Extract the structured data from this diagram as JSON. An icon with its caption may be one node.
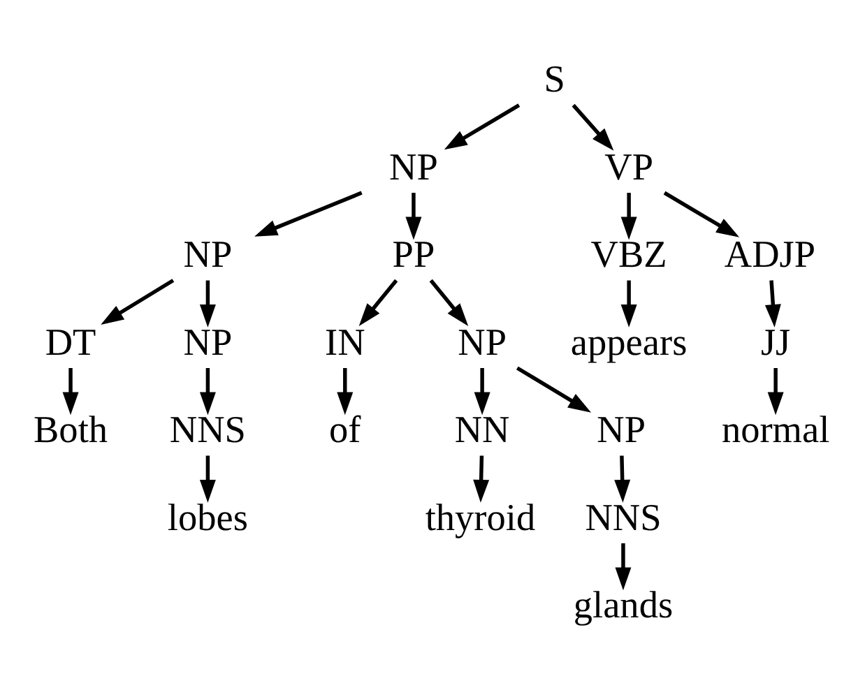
{
  "diagram": {
    "nodes": [
      {
        "text": [
          "S"
        ]
      },
      {
        "text": [
          "NP"
        ]
      },
      {
        "text": [
          "VP"
        ]
      },
      {
        "text": [
          "NP"
        ]
      },
      {
        "text": [
          "PP"
        ]
      },
      {
        "text": [
          "VBZ"
        ]
      },
      {
        "text": [
          "ADJP"
        ]
      },
      {
        "text": [
          "DT"
        ]
      },
      {
        "text": [
          "NP"
        ]
      },
      {
        "text": [
          "IN"
        ]
      },
      {
        "text": [
          "NP"
        ]
      },
      {
        "text": [
          "appears"
        ]
      },
      {
        "text": [
          "JJ"
        ]
      },
      {
        "text": [
          "Both"
        ]
      },
      {
        "text": [
          "NNS"
        ]
      },
      {
        "text": [
          "of"
        ]
      },
      {
        "text": [
          "NN"
        ]
      },
      {
        "text": [
          "NP"
        ]
      },
      {
        "text": [
          "normal"
        ]
      },
      {
        "text": [
          "lobes"
        ]
      },
      {
        "text": [
          "thyroid"
        ]
      },
      {
        "text": [
          "NNS"
        ]
      },
      {
        "text": [
          "glands"
        ]
      }
    ],
    "edges": [
      {
        "from": 0,
        "to": 1,
        "arrow": "to"
      },
      {
        "from": 0,
        "to": 2,
        "arrow": "to"
      },
      {
        "from": 1,
        "to": 3,
        "arrow": "to"
      },
      {
        "from": 1,
        "to": 4,
        "arrow": "to"
      },
      {
        "from": 2,
        "to": 5,
        "arrow": "to"
      },
      {
        "from": 2,
        "to": 6,
        "arrow": "to"
      },
      {
        "from": 3,
        "to": 7,
        "arrow": "to"
      },
      {
        "from": 3,
        "to": 8,
        "arrow": "to"
      },
      {
        "from": 4,
        "to": 9,
        "arrow": "to"
      },
      {
        "from": 4,
        "to": 10,
        "arrow": "to"
      },
      {
        "from": 5,
        "to": 11,
        "arrow": "to"
      },
      {
        "from": 6,
        "to": 12,
        "arrow": "to"
      },
      {
        "from": 7,
        "to": 13,
        "arrow": "to"
      },
      {
        "from": 8,
        "to": 14,
        "arrow": "to"
      },
      {
        "from": 9,
        "to": 15,
        "arrow": "to"
      },
      {
        "from": 10,
        "to": 16,
        "arrow": "to"
      },
      {
        "from": 10,
        "to": 17,
        "arrow": "to"
      },
      {
        "from": 12,
        "to": 18,
        "arrow": "to"
      },
      {
        "from": 14,
        "to": 19,
        "arrow": "to"
      },
      {
        "from": 16,
        "to": 20,
        "arrow": "to"
      },
      {
        "from": 17,
        "to": 21,
        "arrow": "to"
      },
      {
        "from": 21,
        "to": 22,
        "arrow": "to"
      }
    ]
  }
}
